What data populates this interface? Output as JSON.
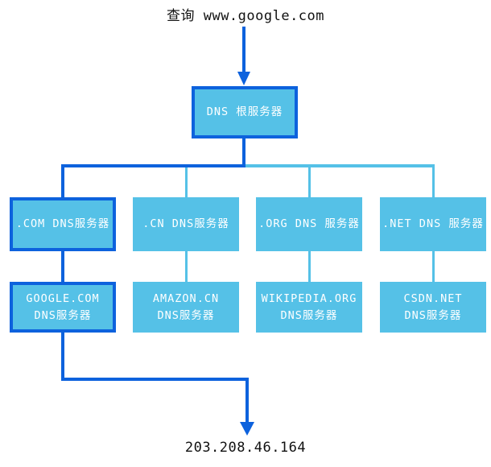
{
  "colors": {
    "highlight_blue": "#0d62dd",
    "node_cyan": "#55c1e7",
    "node_text": "#ffffff",
    "plain_text": "#111111"
  },
  "title": {
    "text": "查询 www.google.com"
  },
  "root": {
    "label": "DNS 根服务器"
  },
  "tld_servers": [
    {
      "label": ".COM DNS服务器",
      "highlighted": true
    },
    {
      "label": ".CN DNS服务器",
      "highlighted": false
    },
    {
      "label": ".ORG DNS 服务器",
      "highlighted": false
    },
    {
      "label": ".NET DNS 服务器",
      "highlighted": false
    }
  ],
  "authoritative_servers": [
    {
      "line1": "GOOGLE.COM",
      "line2": "DNS服务器",
      "highlighted": true
    },
    {
      "line1": "AMAZON.CN",
      "line2": "DNS服务器",
      "highlighted": false
    },
    {
      "line1": "WIKIPEDIA.ORG",
      "line2": "DNS服务器",
      "highlighted": false
    },
    {
      "line1": "CSDN.NET",
      "line2": "DNS服务器",
      "highlighted": false
    }
  ],
  "result": {
    "ip": "203.208.46.164"
  }
}
